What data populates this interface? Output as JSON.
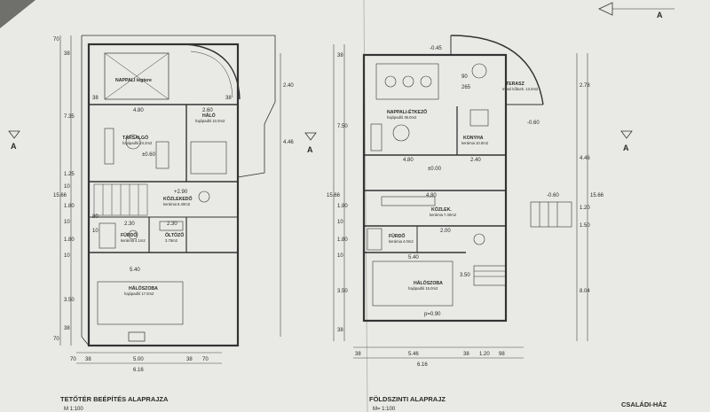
{
  "titles": {
    "attic": "TETŐTÉR BEÉPÍTÉS ALAPRAJZA",
    "attic_scale": "M 1:100",
    "ground": "FÖLDSZINTI ALAPRAJZ",
    "ground_scale": "M= 1:100",
    "house": "CSALÁDI-HÁZ"
  },
  "section_marker": "A",
  "attic_rooms": [
    {
      "name": "NAPPALI légtere",
      "sub": ""
    },
    {
      "name": "TÁRSALGÓ",
      "sub": "hajópadló 24.2m2"
    },
    {
      "name": "HÁLÓ",
      "sub": "hajópadló 10.0m2"
    },
    {
      "name": "KÖZLEKEDŐ",
      "sub": "kerámia 5.40m2"
    },
    {
      "name": "FÜRDŐ",
      "sub": "kerámia 4.1m2"
    },
    {
      "name": "ÖLTÖZŐ",
      "sub": "3.75m2"
    },
    {
      "name": "HÁLÓSZOBA",
      "sub": "hajópadló 17.0m2"
    }
  ],
  "ground_rooms": [
    {
      "name": "NAPPALI-ÉTKEZŐ",
      "sub": "hajópadló 36.0m2"
    },
    {
      "name": "TERASZ",
      "sub": "mosó kőburk. 13.0m2"
    },
    {
      "name": "KONYHA",
      "sub": "kerámia 10.0m2"
    },
    {
      "name": "KÖZLEK.",
      "sub": "kerámia 7.40m2"
    },
    {
      "name": "FÜRDŐ",
      "sub": "kerámia 4.0m2"
    },
    {
      "name": "HÁLÓSZOBA",
      "sub": "hajópadló 15.0m2"
    }
  ],
  "attic_dims": {
    "left": [
      "70",
      "38",
      "7.35",
      "15.66",
      "1.25",
      "10",
      "1.80",
      "10",
      "1.80",
      "10",
      "3.50",
      "38",
      "70"
    ],
    "bottom": [
      "70",
      "38",
      "5.00",
      "38",
      "70",
      "6.16"
    ],
    "inner": [
      "4.80",
      "2.60",
      "38",
      "38",
      "2.30",
      "2.30",
      "5.40",
      "10",
      "80",
      "±0.60",
      "+2.90"
    ],
    "right": [
      "2.40",
      "4.46"
    ]
  },
  "ground_dims": {
    "left": [
      "38",
      "7.50",
      "15.66",
      "1.80",
      "10",
      "1.80",
      "10",
      "3.50",
      "38"
    ],
    "bottom": [
      "38",
      "5.46",
      "38",
      "1.20",
      "98",
      "6.16"
    ],
    "inner": [
      "-0.45",
      "-0.60",
      "4.80",
      "2.40",
      "4.80",
      "2.00",
      "5.40",
      "±0.00",
      "-0.60",
      "p=0.90",
      "90",
      "265",
      "3.50"
    ],
    "right": [
      "2.78",
      "4.46",
      "1.20",
      "1.50",
      "15.66",
      "8.04"
    ]
  }
}
